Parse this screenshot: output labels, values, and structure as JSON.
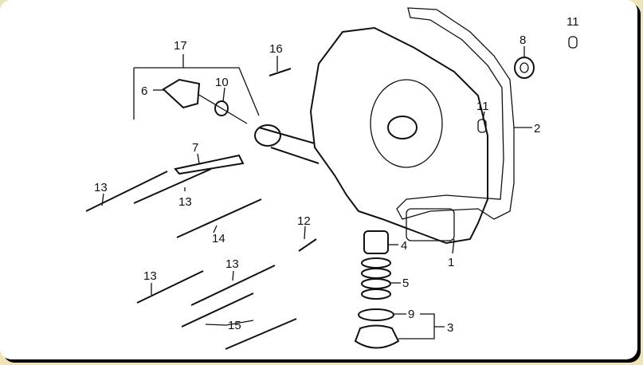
{
  "diagram": {
    "title": "Crankcase cover exploded parts diagram",
    "callouts": [
      {
        "id": "17",
        "label": "17"
      },
      {
        "id": "6",
        "label": "6"
      },
      {
        "id": "10",
        "label": "10"
      },
      {
        "id": "16",
        "label": "16"
      },
      {
        "id": "11a",
        "label": "11"
      },
      {
        "id": "8",
        "label": "8"
      },
      {
        "id": "11b",
        "label": "11"
      },
      {
        "id": "2",
        "label": "2"
      },
      {
        "id": "7",
        "label": "7"
      },
      {
        "id": "13a",
        "label": "13"
      },
      {
        "id": "13b",
        "label": "13"
      },
      {
        "id": "14",
        "label": "14"
      },
      {
        "id": "12",
        "label": "12"
      },
      {
        "id": "4",
        "label": "4"
      },
      {
        "id": "5",
        "label": "5"
      },
      {
        "id": "1",
        "label": "1"
      },
      {
        "id": "13c",
        "label": "13"
      },
      {
        "id": "13d",
        "label": "13"
      },
      {
        "id": "15",
        "label": "15"
      },
      {
        "id": "9",
        "label": "9"
      },
      {
        "id": "3",
        "label": "3"
      }
    ]
  }
}
